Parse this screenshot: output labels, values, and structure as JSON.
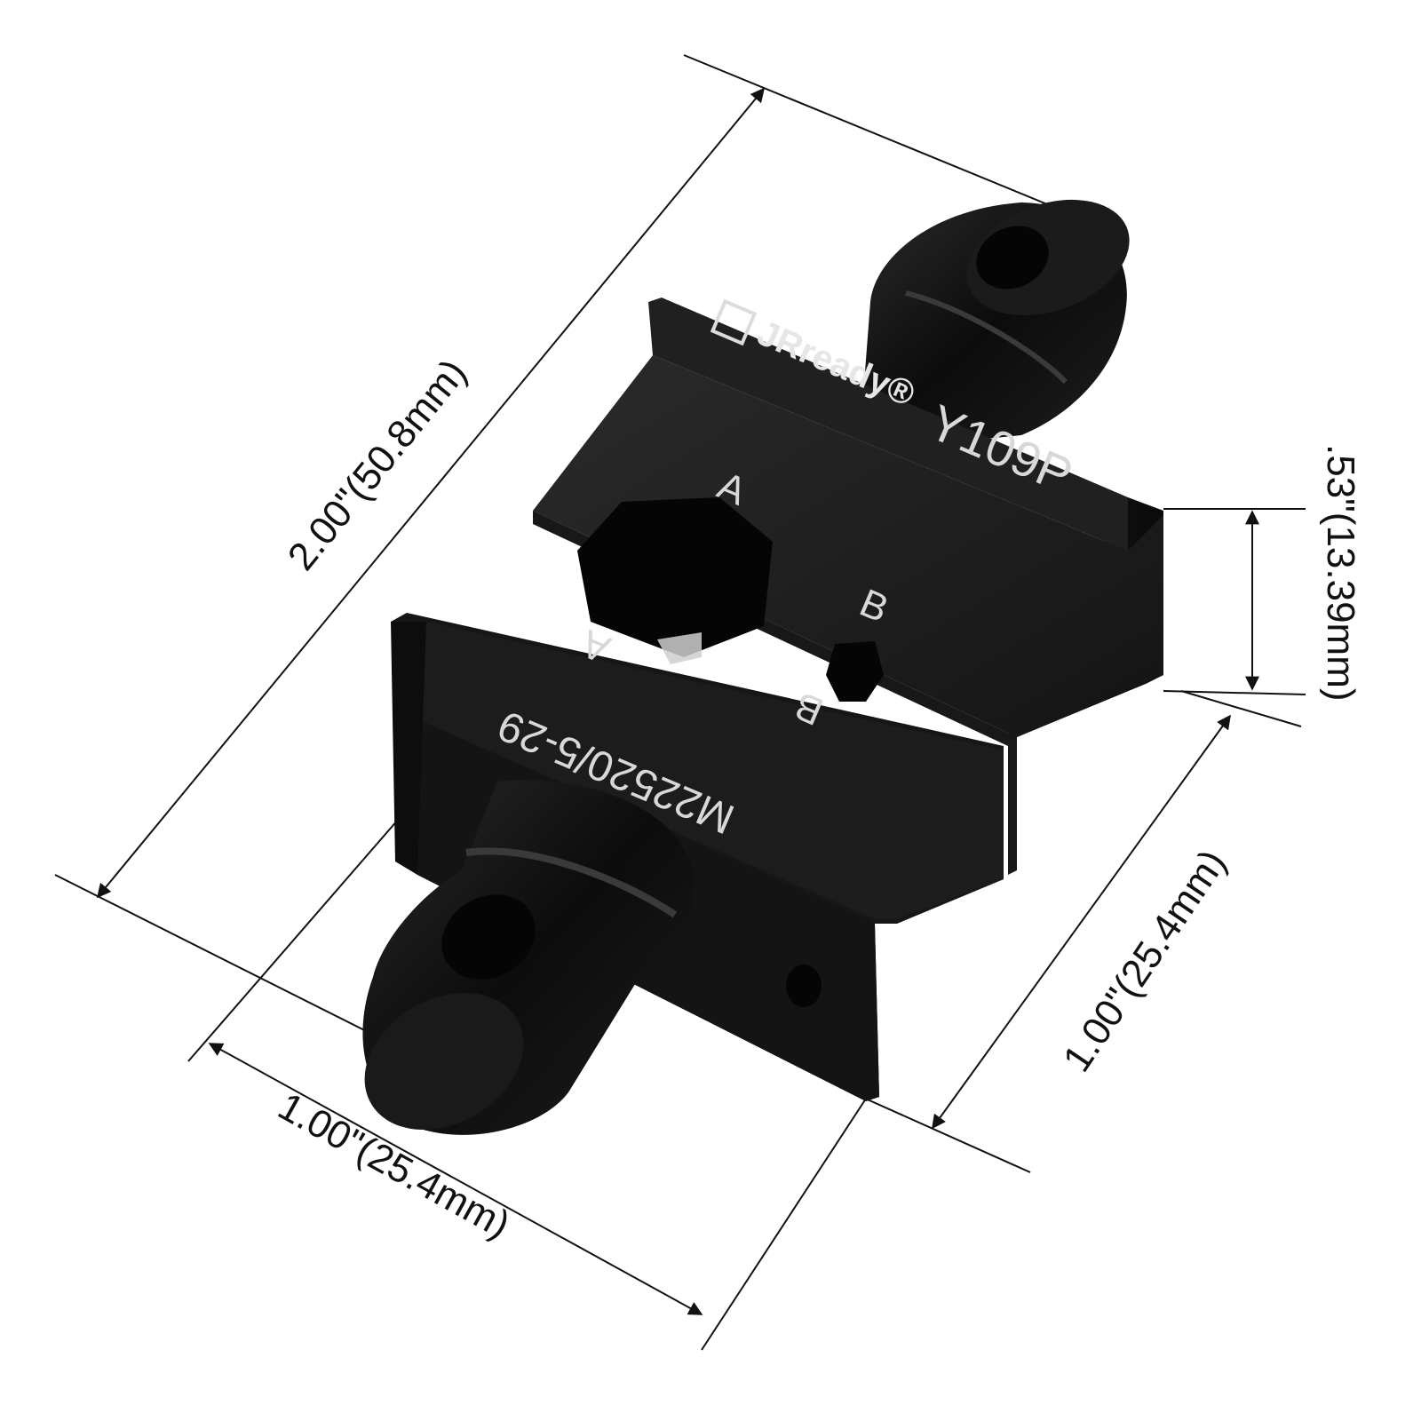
{
  "brand": {
    "logo_text": "JRready®"
  },
  "part": {
    "model": "Y109P",
    "mil_spec": "M22520/5-29",
    "cavity_labels": {
      "upper_a": "A",
      "upper_b": "B",
      "lower_a": "A",
      "lower_b": "B"
    },
    "body_color": "#151515"
  },
  "dimensions": {
    "length": "2.00\"(50.8mm)",
    "height": ".53\"(13.39mm)",
    "depth": "1.00\"(25.4mm)",
    "width": "1.00\"(25.4mm)"
  }
}
